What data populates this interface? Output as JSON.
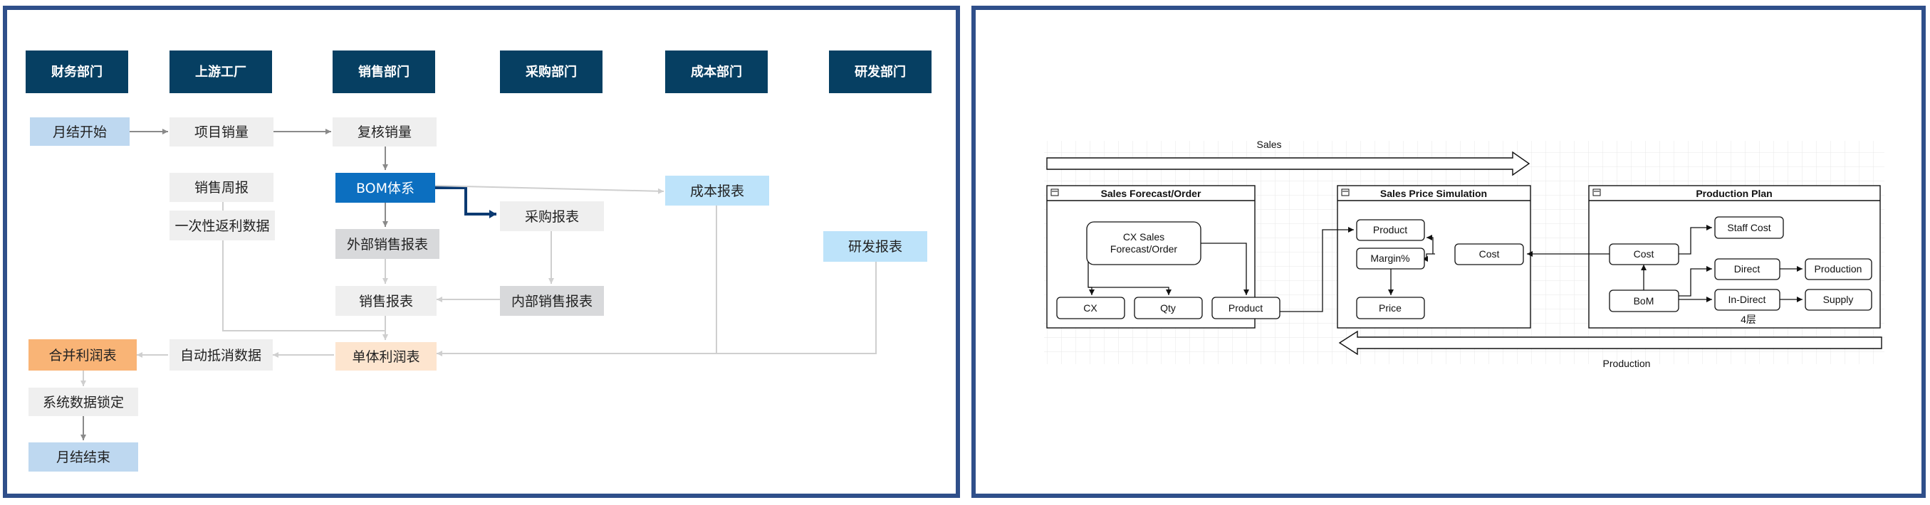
{
  "left": {
    "depts": [
      "财务部门",
      "上游工厂",
      "销售部门",
      "采购部门",
      "成本部门",
      "研发部门"
    ],
    "boxes": {
      "month_start": "月结开始",
      "project_sales": "项目销量",
      "review_sales": "复核销量",
      "sales_weekly": "销售周报",
      "one_time_rebate": "一次性返利数据",
      "bom_system": "BOM体系",
      "purchase_report": "采购报表",
      "cost_report": "成本报表",
      "rd_report": "研发报表",
      "external_sales_report": "外部销售报表",
      "sales_report": "销售报表",
      "internal_sales_report": "内部销售报表",
      "consolidated_pl": "合并利润表",
      "auto_offset": "自动抵消数据",
      "single_pl": "单体利润表",
      "system_lock": "系统数据锁定",
      "month_end": "月结结束"
    },
    "colors": {
      "dept": "#063f62",
      "light_blue": "#bed8f0",
      "sky_blue": "#bde3fa",
      "gray": "#efefef",
      "dark_gray": "#d8d9db",
      "bom_blue": "#0c6fc0",
      "orange": "#f9b476",
      "peach": "#fde5cf"
    }
  },
  "right": {
    "top_arrow_label": "Sales",
    "bottom_arrow_label": "Production",
    "containers": {
      "sales_forecast": "Sales Forecast/Order",
      "price_sim": "Sales Price Simulation",
      "prod_plan": "Production Plan"
    },
    "nodes": {
      "cx_sales_1": "CX Sales",
      "cx_sales_2": "Forecast/Order",
      "cx": "CX",
      "qty": "Qty",
      "product_sf": "Product",
      "product_ps": "Product",
      "margin": "Margin%",
      "price": "Price",
      "cost_ps": "Cost",
      "cost_pp": "Cost",
      "staff_cost": "Staff Cost",
      "bom": "BoM",
      "direct": "Direct",
      "production": "Production",
      "in_direct": "In-Direct",
      "supply": "Supply",
      "layer_note": "4层"
    }
  }
}
